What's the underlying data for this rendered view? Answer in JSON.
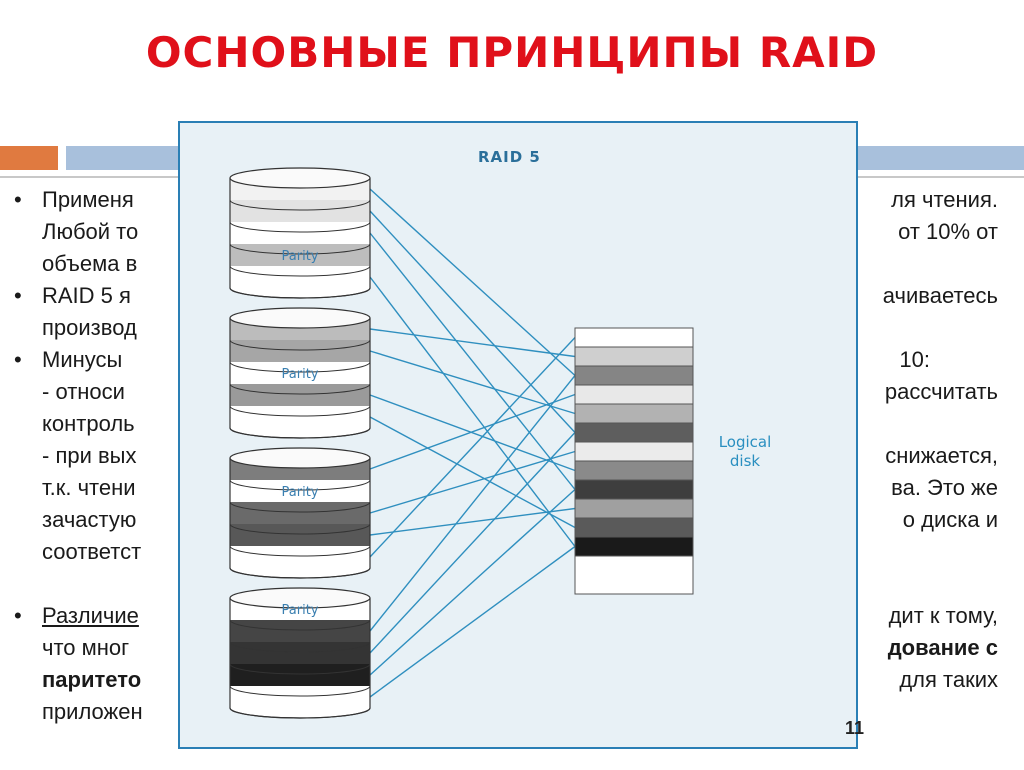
{
  "slide": {
    "title": "ОСНОВНЫЕ ПРИНЦИПЫ RAID",
    "page_number": "11"
  },
  "text_lines": [
    {
      "left": "Применя",
      "right": "ля чтения."
    },
    {
      "left": "Любой то",
      "right": "от 10% от"
    },
    {
      "left": "объема в",
      "right": ""
    },
    {
      "left": "RAID 5 я",
      "right": "ачиваетесь"
    },
    {
      "left": "производ",
      "right": ""
    },
    {
      "left": "Минусы",
      "right": "10:"
    },
    {
      "left": "- относи",
      "right": "рассчитать"
    },
    {
      "left": "контроль",
      "right": ""
    },
    {
      "left": "- при вых",
      "right": "снижается,"
    },
    {
      "left": "т.к. чтени",
      "right": "ва. Это же"
    },
    {
      "left": "зачастую",
      "right": "о диска и"
    },
    {
      "left": "соответст",
      "right": ""
    },
    {
      "left": "Различие",
      "right": "дит к тому,"
    },
    {
      "left": "что мног",
      "right": "дование с"
    },
    {
      "left": "паритето",
      "right": "для таких"
    },
    {
      "left": "приложен",
      "right": ""
    }
  ],
  "figure": {
    "title": "RAID 5",
    "logical_label_1": "Logical",
    "logical_label_2": "disk",
    "parity_label": "Parity",
    "disks": [
      {
        "colors": [
          "#f2f2f2",
          "#e2e2e2",
          "#ffffff",
          "#bdbdbd",
          "#ffffff"
        ],
        "parity_row": 3
      },
      {
        "colors": [
          "#bcbcbc",
          "#a6a6a6",
          "#ffffff",
          "#9a9a9a",
          "#ffffff"
        ],
        "parity_row": 2
      },
      {
        "colors": [
          "#7d7d7d",
          "#ffffff",
          "#6a6a6a",
          "#585858",
          "#ffffff"
        ],
        "parity_row": 1
      },
      {
        "colors": [
          "#ffffff",
          "#454545",
          "#343434",
          "#1f1f1f",
          "#ffffff"
        ],
        "parity_row": 0
      }
    ],
    "logical_stripes": [
      "#ffffff",
      "#cfcfcf",
      "#858585",
      "#e8e8e8",
      "#b2b2b2",
      "#5e5e5e",
      "#ebebeb",
      "#8a8a8a",
      "#3e3e3e",
      "#a0a0a0",
      "#5a5a5a",
      "#1a1a1a",
      "#ffffff"
    ],
    "line_color": "#2f8fbf"
  }
}
